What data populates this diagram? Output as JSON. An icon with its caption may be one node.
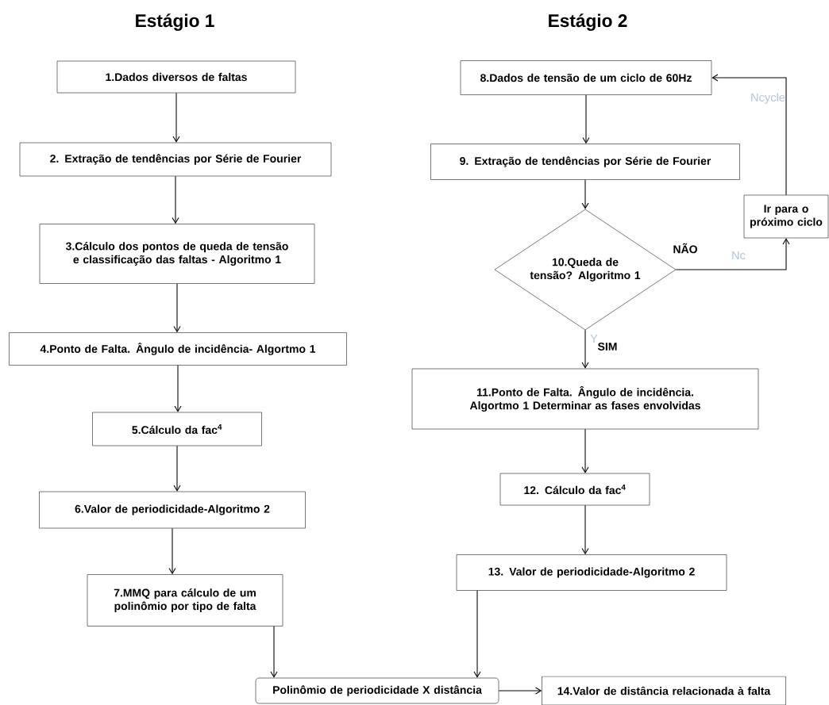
{
  "diagram": {
    "nodes": [
      {
        "text": [
          "1.Dados diversos de faltas"
        ]
      },
      {
        "text": [
          "2. Extração de tendências por Série de Fourier"
        ]
      },
      {
        "text": [
          "3.Cálculo dos pontos de queda de tensão e classificação das faltas - Algoritmo 1"
        ]
      },
      {
        "text": [
          "4.Ponto de Falta.  Ângulo de incidência- Algortmo 1"
        ]
      },
      {
        "text": [
          "5.Cálculo da fac$^{4}$"
        ]
      },
      {
        "text": [
          "6.Valor de periodicidade-Algoritmo 2"
        ]
      },
      {
        "text": [
          "7.MMQ para cálculo de um polinômio por tipo de falta"
        ]
      },
      {
        "text": [
          "8.Dados de tensão de um ciclo de 60Hz"
        ]
      },
      {
        "text": [
          "9. Extração de tendências por Série de Fourier"
        ]
      },
      {
        "text": [
          "10.Queda de tensão? Algoritmo 1"
        ]
      },
      {
        "text": [
          "Ir para o próximo ciclo"
        ]
      },
      {
        "text": [
          "11.Ponto de Falta.  Ângulo de incidência. Algortmo 1 Determinar as fases envolvidas"
        ]
      },
      {
        "text": [
          "12. Cálculo da fac$^{4}$"
        ]
      },
      {
        "text": [
          "13. Valor de periodicidade-Algoritmo 2"
        ]
      },
      {
        "text": [
          "Polinômio de periodicidade X distância"
        ]
      },
      {
        "text": [
          "14.Valor de distância relacionada à falta"
        ]
      }
    ],
    "edges": [
      {
        "from": 0,
        "to": 1,
        "arrow": "to"
      },
      {
        "from": 1,
        "to": 2,
        "arrow": "to"
      },
      {
        "from": 2,
        "to": 3,
        "arrow": "to"
      },
      {
        "from": 3,
        "to": 4,
        "arrow": "to"
      },
      {
        "from": 4,
        "to": 5,
        "arrow": "to"
      },
      {
        "from": 5,
        "to": 6,
        "arrow": "to"
      },
      {
        "from": 6,
        "to": 14,
        "arrow": "to"
      },
      {
        "from": 7,
        "to": 8,
        "arrow": "to"
      },
      {
        "from": 8,
        "to": 9,
        "arrow": "to"
      },
      {
        "from": 9,
        "to": 10,
        "arrow": "to",
        "label": "NÃO"
      },
      {
        "from": 10,
        "to": 7,
        "arrow": "to"
      },
      {
        "from": 9,
        "to": 11,
        "arrow": "to",
        "label": "SIM"
      },
      {
        "from": 11,
        "to": 12,
        "arrow": "to"
      },
      {
        "from": 12,
        "to": 13,
        "arrow": "to"
      },
      {
        "from": 13,
        "to": 14,
        "arrow": "to"
      },
      {
        "from": 14,
        "to": 15,
        "arrow": "to"
      }
    ],
    "labels": [
      "Estágio 1",
      "Estágio 2",
      "Ncycle",
      "Nc",
      "Y"
    ]
  }
}
